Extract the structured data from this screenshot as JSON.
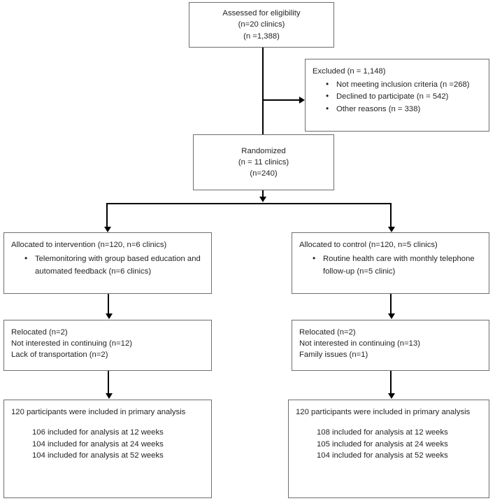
{
  "diagram": {
    "type": "consort-flow-diagram",
    "colors": {
      "box_border": "#6d6e71",
      "connector": "#000000",
      "text": "#231f20",
      "background": "#ffffff"
    },
    "enrollment": {
      "assessed": {
        "line1": "Assessed for eligibility",
        "line2": "(n=20 clinics)",
        "line3": "(n =1,388)"
      },
      "excluded": {
        "title": "Excluded (n = 1,148)",
        "reasons": [
          "Not meeting inclusion criteria (n =268)",
          "Declined to participate (n = 542)",
          "Other reasons (n = 338)"
        ]
      },
      "randomized": {
        "line1": "Randomized",
        "line2": "(n = 11 clinics)",
        "line3": "(n=240)"
      }
    },
    "arms": [
      {
        "allocation": {
          "title": "Allocated to intervention (n=120, n=6 clinics)",
          "bullets": [
            "Telemonitoring with group based education and automated feedback (n=6 clinics)"
          ]
        },
        "followup": {
          "lines": [
            "Relocated (n=2)",
            "Not interested in continuing (n=12)",
            "Lack of transportation (n=2)"
          ]
        },
        "analysis": {
          "heading": "120 participants were included in primary analysis",
          "lines": [
            "106 included for analysis at 12 weeks",
            "104 included for analysis at 24 weeks",
            "104 included for analysis at 52 weeks"
          ]
        }
      },
      {
        "allocation": {
          "title": "Allocated to control (n=120, n=5 clinics)",
          "bullets": [
            "Routine health care with monthly telephone follow-up (n=5 clinic)"
          ]
        },
        "followup": {
          "lines": [
            "Relocated (n=2)",
            "Not interested in continuing (n=13)",
            "Family issues (n=1)"
          ]
        },
        "analysis": {
          "heading": "120 participants were included in primary analysis",
          "lines": [
            "108 included for analysis at 12 weeks",
            "105 included for analysis at 24 weeks",
            "104 included for analysis at 52 weeks"
          ]
        }
      }
    ]
  }
}
